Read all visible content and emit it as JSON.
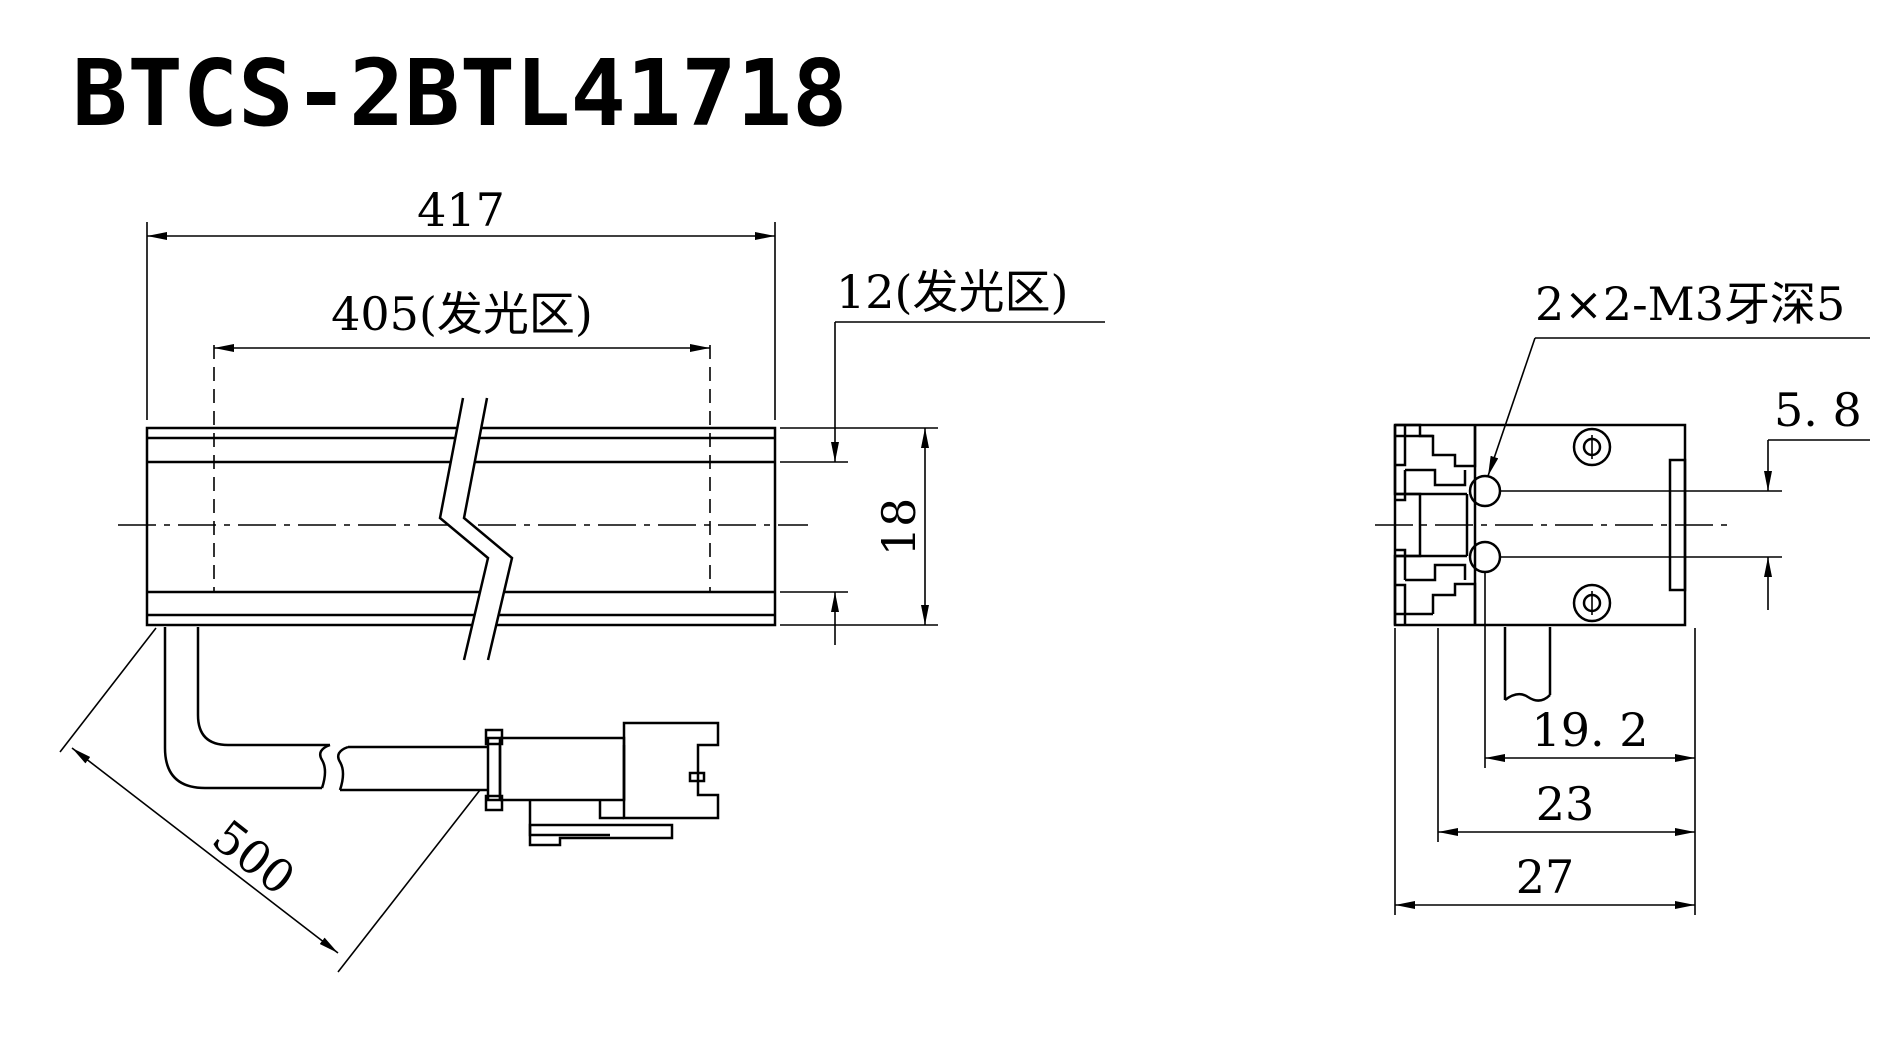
{
  "title": "BTCS-2BTL41718",
  "front_view": {
    "overall_length": "417",
    "emitting_length": "405(发光区)",
    "emitting_width": "12(发光区)",
    "height": "18",
    "cable_length": "500"
  },
  "side_view": {
    "thread_note": "2×2-M3牙深5",
    "hole_spacing": "5. 8",
    "width_inner": "19. 2",
    "width_mid": "23",
    "width_total": "27"
  }
}
